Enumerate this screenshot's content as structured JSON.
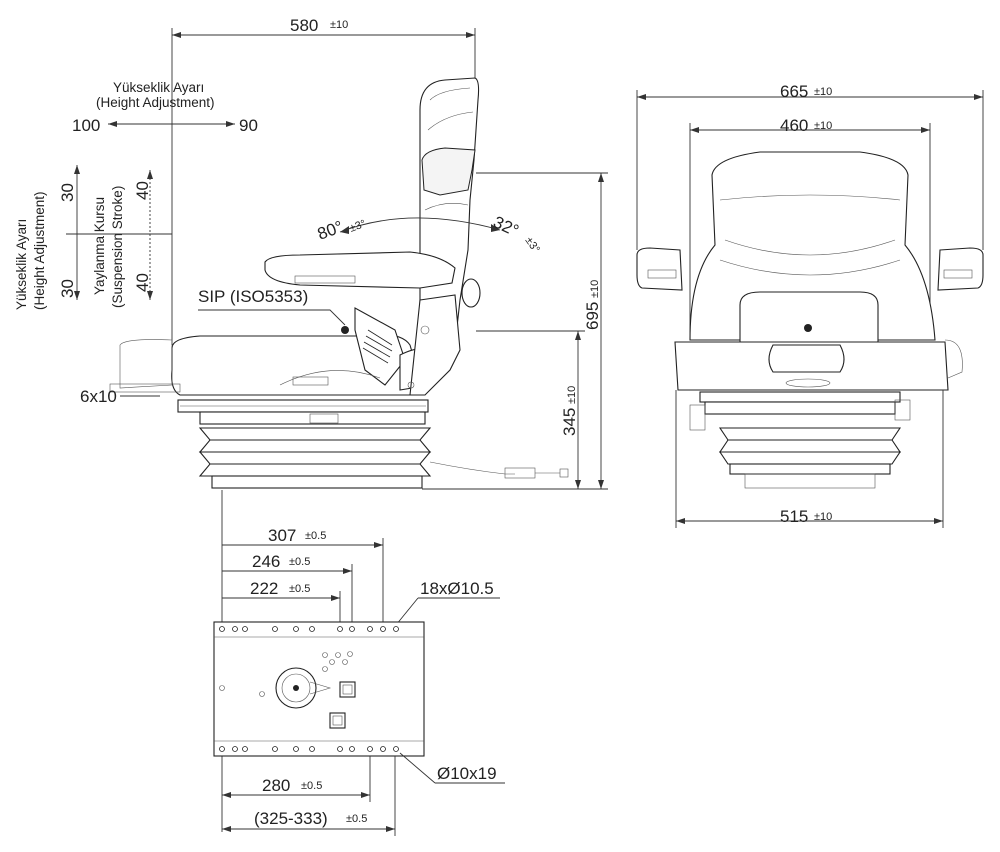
{
  "dims": {
    "overall_depth": {
      "value": "580",
      "tol": "±10"
    },
    "height_adj_range_left": "100",
    "height_adj_range_right": "90",
    "back_angle": {
      "value": "80°",
      "tol": "±3°"
    },
    "back_recline": {
      "value": "32°",
      "tol": "±3°"
    },
    "total_height": {
      "value": "695",
      "tol": "±10"
    },
    "seat_height": {
      "value": "345",
      "tol": "±10"
    },
    "handle_size": "6x10",
    "armrest_width": {
      "value": "665",
      "tol": "±10"
    },
    "back_width": {
      "value": "460",
      "tol": "±10"
    },
    "base_width": {
      "value": "515",
      "tol": "±10"
    },
    "rail_307": {
      "value": "307",
      "tol": "±0.5"
    },
    "rail_246": {
      "value": "246",
      "tol": "±0.5"
    },
    "rail_222": {
      "value": "222",
      "tol": "±0.5"
    },
    "holes_top": "18xØ10.5",
    "rail_280": {
      "value": "280",
      "tol": "±0.5"
    },
    "rail_range": {
      "value": "(325-333)",
      "tol": "±0.5"
    },
    "slots_bottom": "Ø10x19",
    "height_adj_up": "30",
    "height_adj_down": "30",
    "suspension_up": "40",
    "suspension_down": "40"
  },
  "labels": {
    "height_adj_tr": "Yükseklik Ayarı",
    "height_adj_en": "(Height Adjustment)",
    "suspension_tr": "Yaylanma Kursu",
    "suspension_en": "(Suspension Stroke)",
    "sip": "SIP (ISO5353)"
  }
}
